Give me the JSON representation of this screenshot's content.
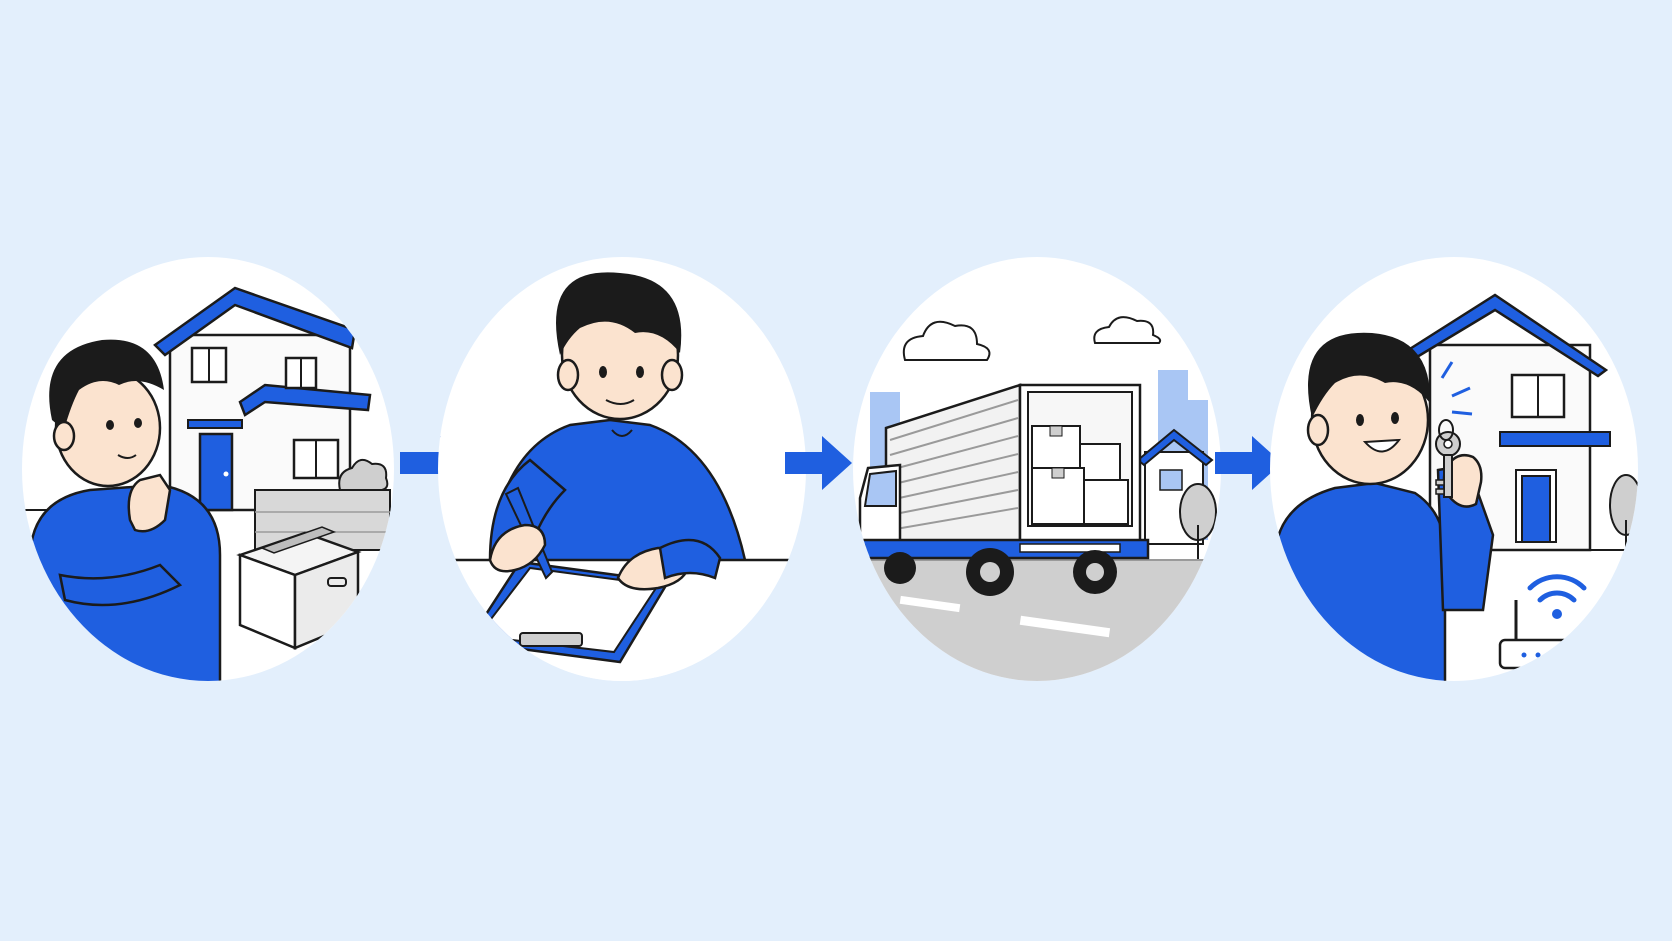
{
  "colors": {
    "background": "#e3effc",
    "accent": "#1f5fe0",
    "accent_light": "#a9c6f4",
    "skin": "#fbe3cf",
    "hair": "#1b1b1b",
    "line": "#1b1b1b",
    "gray": "#cfcfcf",
    "white": "#ffffff"
  },
  "steps": [
    {
      "id": "consider",
      "icons": [
        "house-icon",
        "cardboard-box-icon",
        "thinking-person-icon"
      ]
    },
    {
      "id": "sign-contract",
      "icons": [
        "clipboard-icon",
        "pen-icon",
        "writing-person-icon"
      ]
    },
    {
      "id": "move",
      "icons": [
        "moving-truck-icon",
        "cloud-icon",
        "house-icon"
      ]
    },
    {
      "id": "move-in",
      "icons": [
        "key-icon",
        "house-icon",
        "wifi-router-icon",
        "happy-person-icon"
      ]
    }
  ],
  "connectors": [
    "arrow-right-icon",
    "arrow-right-icon",
    "arrow-right-icon"
  ]
}
